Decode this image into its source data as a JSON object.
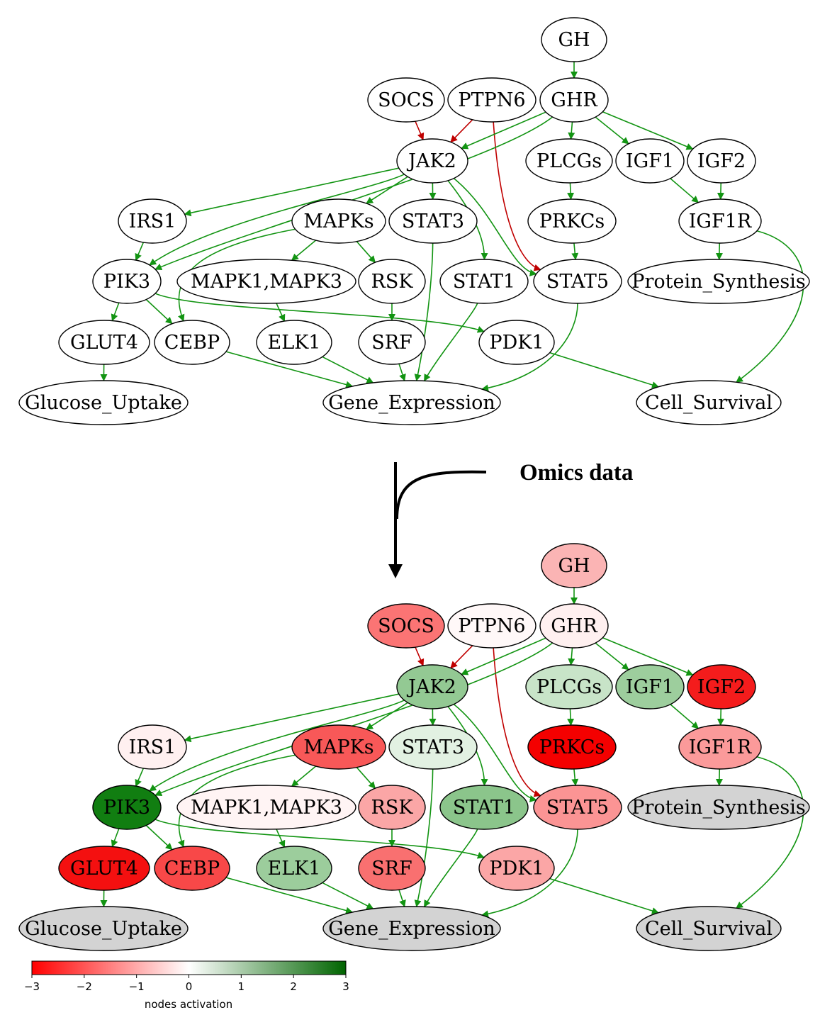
{
  "annotation": {
    "label": "Omics data"
  },
  "colorbar": {
    "label": "nodes activation",
    "ticks": [
      "−3",
      "−2",
      "−1",
      "0",
      "1",
      "2",
      "3"
    ],
    "min": -3,
    "max": 3,
    "low_color": "#ff0000",
    "mid_color": "#ffffff",
    "high_color": "#006400"
  },
  "networks": [
    {
      "id": "top",
      "nodes": [
        {
          "id": "GH",
          "label": "GH",
          "fill": "#ffffff"
        },
        {
          "id": "SOCS",
          "label": "SOCS",
          "fill": "#ffffff"
        },
        {
          "id": "PTPN6",
          "label": "PTPN6",
          "fill": "#ffffff"
        },
        {
          "id": "GHR",
          "label": "GHR",
          "fill": "#ffffff"
        },
        {
          "id": "JAK2",
          "label": "JAK2",
          "fill": "#ffffff"
        },
        {
          "id": "PLCGs",
          "label": "PLCGs",
          "fill": "#ffffff"
        },
        {
          "id": "IGF1",
          "label": "IGF1",
          "fill": "#ffffff"
        },
        {
          "id": "IGF2",
          "label": "IGF2",
          "fill": "#ffffff"
        },
        {
          "id": "IRS1",
          "label": "IRS1",
          "fill": "#ffffff"
        },
        {
          "id": "MAPKs",
          "label": "MAPKs",
          "fill": "#ffffff"
        },
        {
          "id": "STAT3",
          "label": "STAT3",
          "fill": "#ffffff"
        },
        {
          "id": "PRKCs",
          "label": "PRKCs",
          "fill": "#ffffff"
        },
        {
          "id": "IGF1R",
          "label": "IGF1R",
          "fill": "#ffffff"
        },
        {
          "id": "PIK3",
          "label": "PIK3",
          "fill": "#ffffff"
        },
        {
          "id": "MAPK1MAPK3",
          "label": "MAPK1,MAPK3",
          "fill": "#ffffff"
        },
        {
          "id": "RSK",
          "label": "RSK",
          "fill": "#ffffff"
        },
        {
          "id": "STAT1",
          "label": "STAT1",
          "fill": "#ffffff"
        },
        {
          "id": "STAT5",
          "label": "STAT5",
          "fill": "#ffffff"
        },
        {
          "id": "Protein_Synthesis",
          "label": "Protein_Synthesis",
          "fill": "#ffffff"
        },
        {
          "id": "GLUT4",
          "label": "GLUT4",
          "fill": "#ffffff"
        },
        {
          "id": "CEBP",
          "label": "CEBP",
          "fill": "#ffffff"
        },
        {
          "id": "ELK1",
          "label": "ELK1",
          "fill": "#ffffff"
        },
        {
          "id": "SRF",
          "label": "SRF",
          "fill": "#ffffff"
        },
        {
          "id": "PDK1",
          "label": "PDK1",
          "fill": "#ffffff"
        },
        {
          "id": "Glucose_Uptake",
          "label": "Glucose_Uptake",
          "fill": "#ffffff"
        },
        {
          "id": "Gene_Expression",
          "label": "Gene_Expression",
          "fill": "#ffffff"
        },
        {
          "id": "Cell_Survival",
          "label": "Cell_Survival",
          "fill": "#ffffff"
        }
      ]
    },
    {
      "id": "bottom",
      "nodes": [
        {
          "id": "GH",
          "label": "GH",
          "fill": "#fbb4b4"
        },
        {
          "id": "SOCS",
          "label": "SOCS",
          "fill": "#fb7474"
        },
        {
          "id": "PTPN6",
          "label": "PTPN6",
          "fill": "#fff8f8"
        },
        {
          "id": "GHR",
          "label": "GHR",
          "fill": "#fff0f0"
        },
        {
          "id": "JAK2",
          "label": "JAK2",
          "fill": "#93c993"
        },
        {
          "id": "PLCGs",
          "label": "PLCGs",
          "fill": "#c8e4c8"
        },
        {
          "id": "IGF1",
          "label": "IGF1",
          "fill": "#9dce9d"
        },
        {
          "id": "IGF2",
          "label": "IGF2",
          "fill": "#f41c1c"
        },
        {
          "id": "IRS1",
          "label": "IRS1",
          "fill": "#fff0f0"
        },
        {
          "id": "MAPKs",
          "label": "MAPKs",
          "fill": "#f85858"
        },
        {
          "id": "STAT3",
          "label": "STAT3",
          "fill": "#e2f1e2"
        },
        {
          "id": "PRKCs",
          "label": "PRKCs",
          "fill": "#f40000"
        },
        {
          "id": "IGF1R",
          "label": "IGF1R",
          "fill": "#fb9a9a"
        },
        {
          "id": "PIK3",
          "label": "PIK3",
          "fill": "#117e11"
        },
        {
          "id": "MAPK1MAPK3",
          "label": "MAPK1,MAPK3",
          "fill": "#fff4f4"
        },
        {
          "id": "RSK",
          "label": "RSK",
          "fill": "#fba6a6"
        },
        {
          "id": "STAT1",
          "label": "STAT1",
          "fill": "#8bc58b"
        },
        {
          "id": "STAT5",
          "label": "STAT5",
          "fill": "#fb9494"
        },
        {
          "id": "Protein_Synthesis",
          "label": "Protein_Synthesis",
          "fill": "#d3d3d3"
        },
        {
          "id": "GLUT4",
          "label": "GLUT4",
          "fill": "#f41010"
        },
        {
          "id": "CEBP",
          "label": "CEBP",
          "fill": "#f84848"
        },
        {
          "id": "ELK1",
          "label": "ELK1",
          "fill": "#9ccd9c"
        },
        {
          "id": "SRF",
          "label": "SRF",
          "fill": "#f97070"
        },
        {
          "id": "PDK1",
          "label": "PDK1",
          "fill": "#fba6a6"
        },
        {
          "id": "Glucose_Uptake",
          "label": "Glucose_Uptake",
          "fill": "#d3d3d3"
        },
        {
          "id": "Gene_Expression",
          "label": "Gene_Expression",
          "fill": "#d3d3d3"
        },
        {
          "id": "Cell_Survival",
          "label": "Cell_Survival",
          "fill": "#d3d3d3"
        }
      ]
    }
  ],
  "edges": [
    {
      "from": "GH",
      "to": "GHR",
      "sign": "activation"
    },
    {
      "from": "SOCS",
      "to": "JAK2",
      "sign": "inhibition"
    },
    {
      "from": "PTPN6",
      "to": "JAK2",
      "sign": "inhibition"
    },
    {
      "from": "PTPN6",
      "to": "STAT5",
      "sign": "inhibition"
    },
    {
      "from": "GHR",
      "to": "JAK2",
      "sign": "activation"
    },
    {
      "from": "GHR",
      "to": "PLCGs",
      "sign": "activation"
    },
    {
      "from": "GHR",
      "to": "IGF1",
      "sign": "activation"
    },
    {
      "from": "GHR",
      "to": "IGF2",
      "sign": "activation"
    },
    {
      "from": "GHR",
      "to": "PIK3",
      "sign": "activation"
    },
    {
      "from": "JAK2",
      "to": "IRS1",
      "sign": "activation"
    },
    {
      "from": "JAK2",
      "to": "MAPKs",
      "sign": "activation"
    },
    {
      "from": "JAK2",
      "to": "STAT3",
      "sign": "activation"
    },
    {
      "from": "JAK2",
      "to": "STAT1",
      "sign": "activation"
    },
    {
      "from": "JAK2",
      "to": "STAT5",
      "sign": "activation"
    },
    {
      "from": "JAK2",
      "to": "PIK3",
      "sign": "activation"
    },
    {
      "from": "PLCGs",
      "to": "PRKCs",
      "sign": "activation"
    },
    {
      "from": "PRKCs",
      "to": "STAT5",
      "sign": "activation"
    },
    {
      "from": "IGF1",
      "to": "IGF1R",
      "sign": "activation"
    },
    {
      "from": "IGF2",
      "to": "IGF1R",
      "sign": "activation"
    },
    {
      "from": "IGF1R",
      "to": "Protein_Synthesis",
      "sign": "activation"
    },
    {
      "from": "IGF1R",
      "to": "Cell_Survival",
      "sign": "activation"
    },
    {
      "from": "IRS1",
      "to": "PIK3",
      "sign": "activation"
    },
    {
      "from": "MAPKs",
      "to": "MAPK1MAPK3",
      "sign": "activation"
    },
    {
      "from": "MAPKs",
      "to": "RSK",
      "sign": "activation"
    },
    {
      "from": "MAPKs",
      "to": "CEBP",
      "sign": "activation"
    },
    {
      "from": "MAPK1MAPK3",
      "to": "ELK1",
      "sign": "activation"
    },
    {
      "from": "RSK",
      "to": "SRF",
      "sign": "activation"
    },
    {
      "from": "PIK3",
      "to": "GLUT4",
      "sign": "activation"
    },
    {
      "from": "PIK3",
      "to": "CEBP",
      "sign": "activation"
    },
    {
      "from": "PIK3",
      "to": "PDK1",
      "sign": "activation"
    },
    {
      "from": "GLUT4",
      "to": "Glucose_Uptake",
      "sign": "activation"
    },
    {
      "from": "CEBP",
      "to": "Gene_Expression",
      "sign": "activation"
    },
    {
      "from": "ELK1",
      "to": "Gene_Expression",
      "sign": "activation"
    },
    {
      "from": "SRF",
      "to": "Gene_Expression",
      "sign": "activation"
    },
    {
      "from": "STAT3",
      "to": "Gene_Expression",
      "sign": "activation"
    },
    {
      "from": "STAT1",
      "to": "Gene_Expression",
      "sign": "activation"
    },
    {
      "from": "STAT5",
      "to": "Gene_Expression",
      "sign": "activation"
    },
    {
      "from": "PDK1",
      "to": "Cell_Survival",
      "sign": "activation"
    }
  ]
}
